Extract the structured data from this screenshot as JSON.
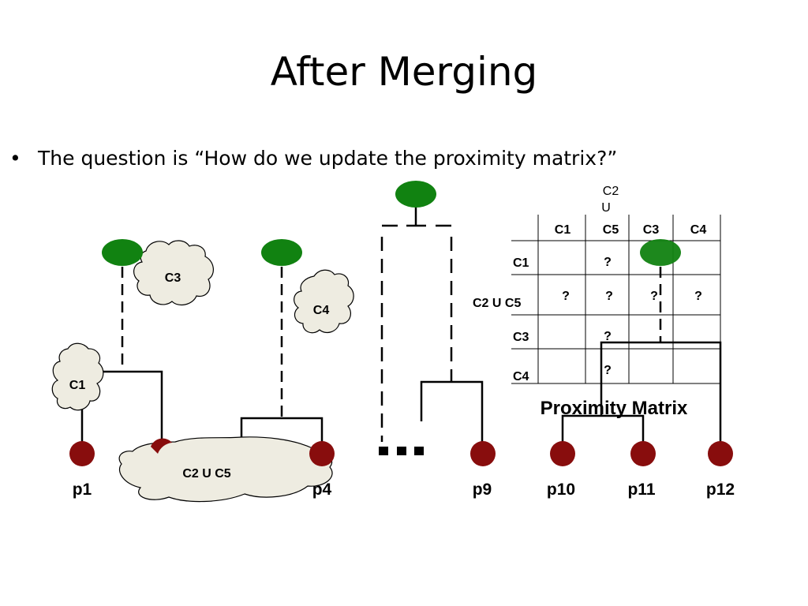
{
  "slide": {
    "title": "After Merging",
    "bullet_symbol": "•",
    "bullet_text": "The question is “How do we update the proximity matrix?”"
  },
  "clusters": {
    "c1": "C1",
    "c3": "C3",
    "c4": "C4",
    "c2uc5": "C2 U C5"
  },
  "points": {
    "p1": "p1",
    "p4": "p4",
    "p9": "p9",
    "p10": "p10",
    "p11": "p11",
    "p12": "p12"
  },
  "ellipsis": "...",
  "matrix": {
    "caption": "Proximity Matrix",
    "merged_header_line1": "C2",
    "merged_header_line2": "U",
    "merged_header_line3": "C5",
    "col_headers": [
      "C1",
      "C5",
      "C3",
      "C4"
    ],
    "row_headers": [
      "C1",
      "C2 U C5",
      "C3",
      "C4"
    ],
    "cells": [
      [
        "",
        "?",
        "",
        ""
      ],
      [
        "?",
        "?",
        "?",
        "?"
      ],
      [
        "",
        "?",
        "",
        ""
      ],
      [
        "",
        "?",
        "",
        ""
      ]
    ]
  },
  "colors": {
    "node_green": "#118211",
    "point_red": "#880D0D",
    "cloud_fill": "#EEECE1"
  }
}
